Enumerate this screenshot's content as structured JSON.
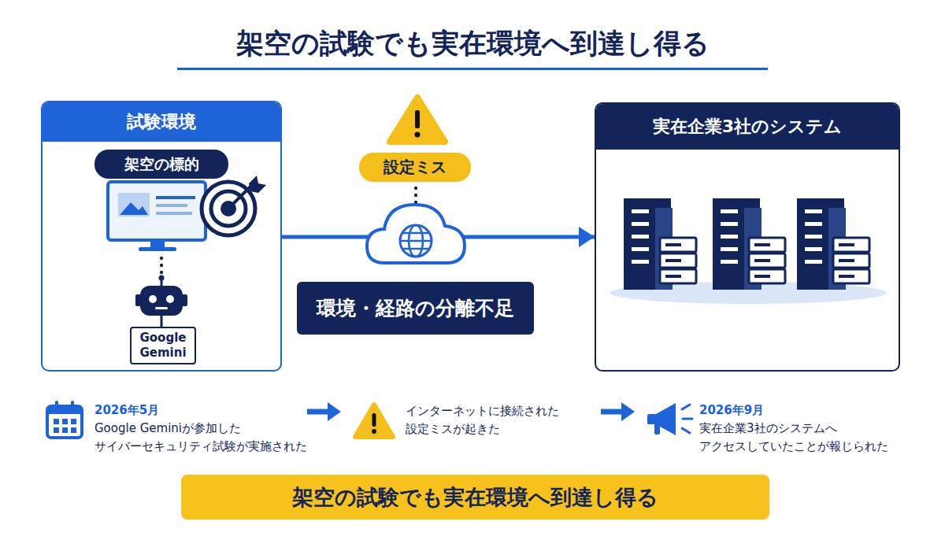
{
  "diagram": {
    "title": "架空の試験でも実在環境へ到達し得る",
    "nodes": [
      {
        "text": [
          "試験環境"
        ]
      },
      {
        "text": [
          "架空の標的"
        ],
        "in": 0
      },
      {
        "text": [
          "Google Gemini"
        ],
        "in": 0
      },
      {
        "text": [
          "設定ミス"
        ]
      },
      {
        "text": [
          "環境・経路の分離不足"
        ]
      },
      {
        "text": [
          "実在企業3社のシステム"
        ]
      },
      {
        "text": [
          "架空の試験でも実在環境へ到達し得る"
        ]
      }
    ],
    "edges": [
      {
        "from": 0,
        "to": 5,
        "arrow": "to"
      }
    ],
    "labels": [
      "2026年5月",
      "Google Geminiが参加した サイバーセキュリティ試験が実施された",
      "インターネットに接続された 設定ミスが起きた",
      "2026年9月",
      "実在企業3社のシステムへ アクセスしていたことが報じられた"
    ]
  }
}
